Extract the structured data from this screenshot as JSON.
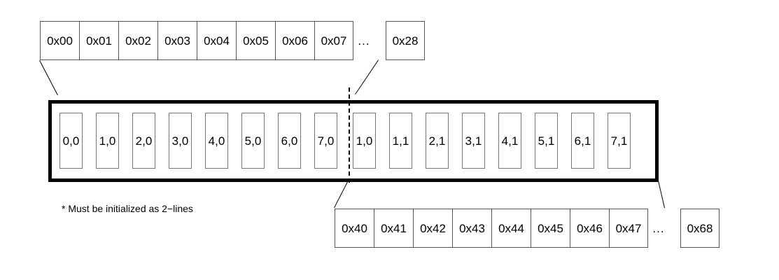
{
  "figure": {
    "note": "* Must be initialized as 2−lines",
    "ellipsis_glyph": "...",
    "colors": {
      "stroke": "#000000",
      "cell_border": "#555555",
      "inner_cell_border": "#777777",
      "background": "#ffffff"
    }
  },
  "top_address_row": {
    "name": "upper-address-range",
    "cells": [
      {
        "label": "0x00"
      },
      {
        "label": "0x01"
      },
      {
        "label": "0x02"
      },
      {
        "label": "0x03"
      },
      {
        "label": "0x04"
      },
      {
        "label": "0x05"
      },
      {
        "label": "0x06"
      },
      {
        "label": "0x07"
      }
    ],
    "gap_label": "...",
    "tail_cell": {
      "label": "0x28"
    }
  },
  "bottom_address_row": {
    "name": "lower-address-range",
    "cells": [
      {
        "label": "0x40"
      },
      {
        "label": "0x41"
      },
      {
        "label": "0x42"
      },
      {
        "label": "0x43"
      },
      {
        "label": "0x44"
      },
      {
        "label": "0x45"
      },
      {
        "label": "0x46"
      },
      {
        "label": "0x47"
      }
    ],
    "gap_label": "...",
    "tail_cell": {
      "label": "0x68"
    }
  },
  "cache_line": {
    "name": "two-line-buffer",
    "left_half": [
      {
        "label": "0,0"
      },
      {
        "label": "1,0"
      },
      {
        "label": "2,0"
      },
      {
        "label": "3,0"
      },
      {
        "label": "4,0"
      },
      {
        "label": "5,0"
      },
      {
        "label": "6,0"
      },
      {
        "label": "7,0"
      }
    ],
    "right_half": [
      {
        "label": "1,0"
      },
      {
        "label": "1,1"
      },
      {
        "label": "2,1"
      },
      {
        "label": "3,1"
      },
      {
        "label": "4,1"
      },
      {
        "label": "5,1"
      },
      {
        "label": "6,1"
      },
      {
        "label": "7,1"
      }
    ]
  }
}
